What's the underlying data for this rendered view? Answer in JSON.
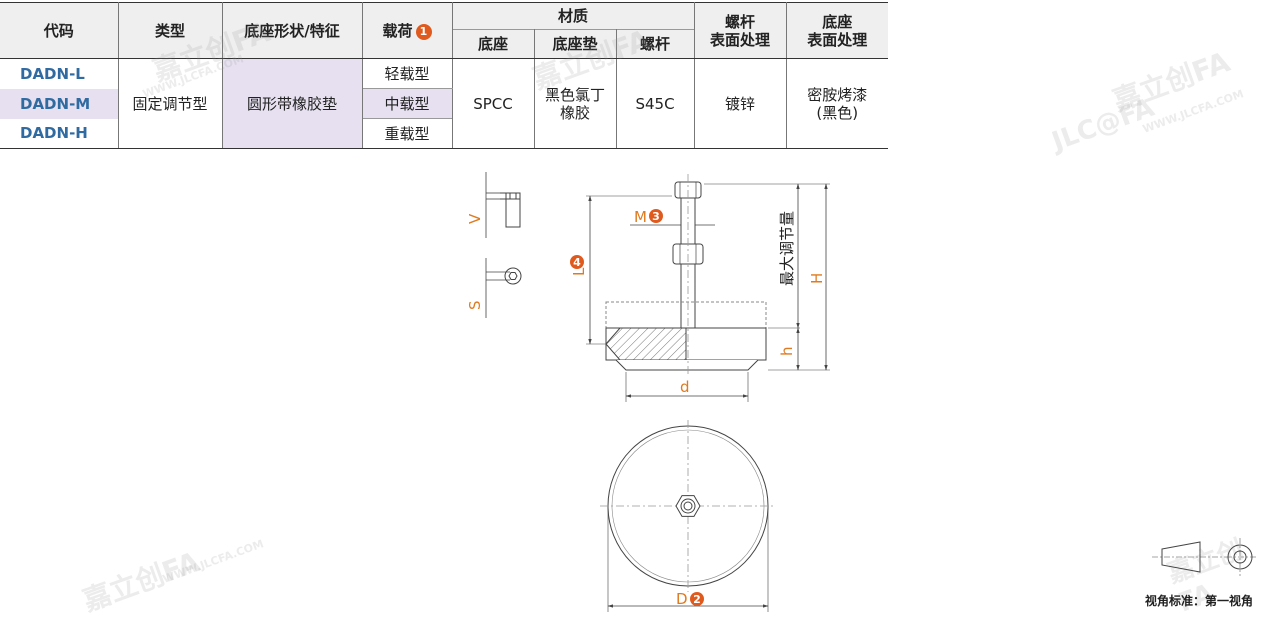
{
  "table": {
    "headers": {
      "code": "代码",
      "type": "类型",
      "base_shape": "底座形状/特征",
      "load": "载荷",
      "load_note": "1",
      "material": "材质",
      "material_base": "底座",
      "material_pad": "底座垫",
      "material_bolt": "螺杆",
      "bolt_surface_line1": "螺杆",
      "bolt_surface_line2": "表面处理",
      "base_surface_line1": "底座",
      "base_surface_line2": "表面处理"
    },
    "rows": [
      {
        "code": "DADN-L",
        "load": "轻载型"
      },
      {
        "code": "DADN-M",
        "load": "中载型"
      },
      {
        "code": "DADN-H",
        "load": "重载型"
      }
    ],
    "merged": {
      "type": "固定调节型",
      "base_shape": "圆形带橡胶垫",
      "material_base": "SPCC",
      "material_pad_line1": "黑色氯丁",
      "material_pad_line2": "橡胶",
      "material_bolt": "S45C",
      "bolt_surface": "镀锌",
      "base_surface_line1": "密胺烤漆",
      "base_surface_line2": "(黑色)"
    }
  },
  "drawing": {
    "labels": {
      "V": "V",
      "S": "S",
      "M": "M",
      "M_note": "3",
      "L": "L",
      "L_note": "4",
      "d": "d",
      "h": "h",
      "H": "H",
      "max_adjust": "最大调节量",
      "D": "D",
      "D_note": "2"
    }
  },
  "view_standard": "视角标准：第一视角",
  "watermark": {
    "brand": "嘉立创FA",
    "site": "WWW.JLCFA.COM",
    "logo": "JLC@FA"
  },
  "colors": {
    "accent": "#e05a1e",
    "code_blue": "#2f6aa0",
    "highlight": "#e6e0f0",
    "header_bg": "#efefef"
  }
}
